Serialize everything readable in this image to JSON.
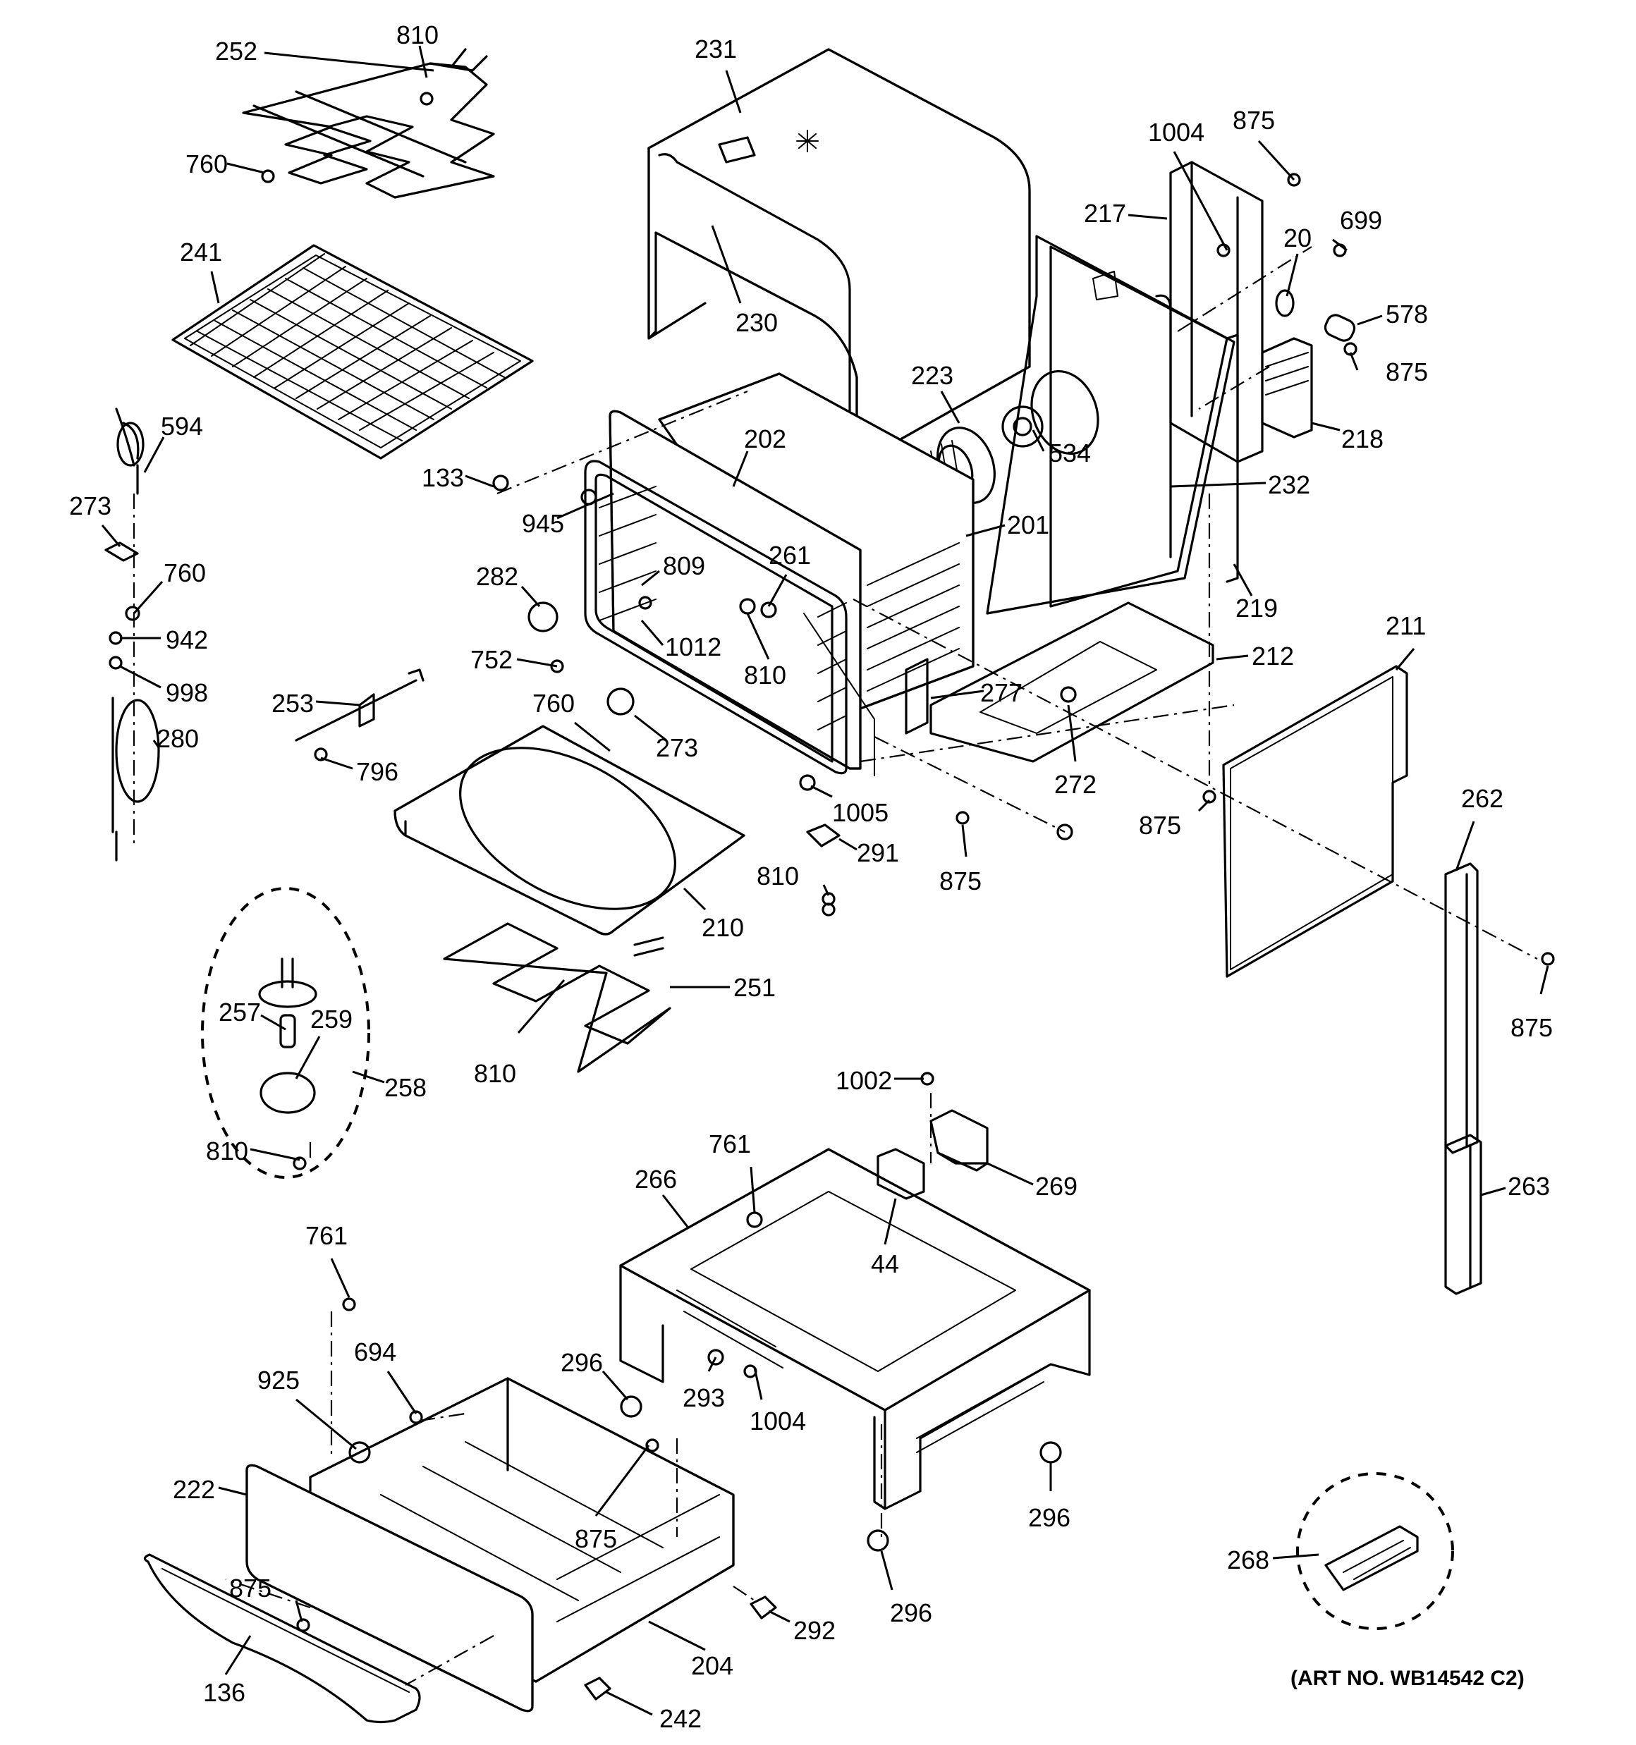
{
  "art_number": "(ART NO. WB14542 C2)",
  "callouts": [
    {
      "id": "c252a",
      "text": "252"
    },
    {
      "id": "c810a",
      "text": "810"
    },
    {
      "id": "c760a",
      "text": "760"
    },
    {
      "id": "c241",
      "text": "241"
    },
    {
      "id": "c231",
      "text": "231"
    },
    {
      "id": "c230",
      "text": "230"
    },
    {
      "id": "c1004a",
      "text": "1004"
    },
    {
      "id": "c875a",
      "text": "875"
    },
    {
      "id": "c217",
      "text": "217"
    },
    {
      "id": "c20",
      "text": "20"
    },
    {
      "id": "c699",
      "text": "699"
    },
    {
      "id": "c578",
      "text": "578"
    },
    {
      "id": "c875b",
      "text": "875"
    },
    {
      "id": "c218",
      "text": "218"
    },
    {
      "id": "c594",
      "text": "594"
    },
    {
      "id": "c273a",
      "text": "273"
    },
    {
      "id": "c760b",
      "text": "760"
    },
    {
      "id": "c942",
      "text": "942"
    },
    {
      "id": "c998",
      "text": "998"
    },
    {
      "id": "c280",
      "text": "280"
    },
    {
      "id": "c133",
      "text": "133"
    },
    {
      "id": "c945",
      "text": "945"
    },
    {
      "id": "c202",
      "text": "202"
    },
    {
      "id": "c223",
      "text": "223"
    },
    {
      "id": "c534",
      "text": "534"
    },
    {
      "id": "c232",
      "text": "232"
    },
    {
      "id": "c201",
      "text": "201"
    },
    {
      "id": "c219",
      "text": "219"
    },
    {
      "id": "c282",
      "text": "282"
    },
    {
      "id": "c809",
      "text": "809"
    },
    {
      "id": "c261",
      "text": "261"
    },
    {
      "id": "c1012",
      "text": "1012"
    },
    {
      "id": "c752",
      "text": "752"
    },
    {
      "id": "c810b",
      "text": "810"
    },
    {
      "id": "c253",
      "text": "253"
    },
    {
      "id": "c760c",
      "text": "760"
    },
    {
      "id": "c273b",
      "text": "273"
    },
    {
      "id": "c796",
      "text": "796"
    },
    {
      "id": "c211",
      "text": "211"
    },
    {
      "id": "c212",
      "text": "212"
    },
    {
      "id": "c277",
      "text": "277"
    },
    {
      "id": "c272",
      "text": "272"
    },
    {
      "id": "c1005",
      "text": "1005"
    },
    {
      "id": "c291",
      "text": "291"
    },
    {
      "id": "c875c",
      "text": "875"
    },
    {
      "id": "c875d",
      "text": "875"
    },
    {
      "id": "c262",
      "text": "262"
    },
    {
      "id": "c810c",
      "text": "810"
    },
    {
      "id": "c210",
      "text": "210"
    },
    {
      "id": "c251",
      "text": "251"
    },
    {
      "id": "c810d",
      "text": "810"
    },
    {
      "id": "c257",
      "text": "257"
    },
    {
      "id": "c259",
      "text": "259"
    },
    {
      "id": "c258",
      "text": "258"
    },
    {
      "id": "c810e",
      "text": "810"
    },
    {
      "id": "c875e",
      "text": "875"
    },
    {
      "id": "c1002",
      "text": "1002"
    },
    {
      "id": "c761a",
      "text": "761"
    },
    {
      "id": "c266",
      "text": "266"
    },
    {
      "id": "c269",
      "text": "269"
    },
    {
      "id": "c44",
      "text": "44"
    },
    {
      "id": "c263",
      "text": "263"
    },
    {
      "id": "c761b",
      "text": "761"
    },
    {
      "id": "c296a",
      "text": "296"
    },
    {
      "id": "c293",
      "text": "293"
    },
    {
      "id": "c1004b",
      "text": "1004"
    },
    {
      "id": "c694",
      "text": "694"
    },
    {
      "id": "c925",
      "text": "925"
    },
    {
      "id": "c222",
      "text": "222"
    },
    {
      "id": "c875f",
      "text": "875"
    },
    {
      "id": "c875g",
      "text": "875"
    },
    {
      "id": "c296b",
      "text": "296"
    },
    {
      "id": "c296c",
      "text": "296"
    },
    {
      "id": "c268",
      "text": "268"
    },
    {
      "id": "c292",
      "text": "292"
    },
    {
      "id": "c204",
      "text": "204"
    },
    {
      "id": "c136",
      "text": "136"
    },
    {
      "id": "c242",
      "text": "242"
    }
  ]
}
